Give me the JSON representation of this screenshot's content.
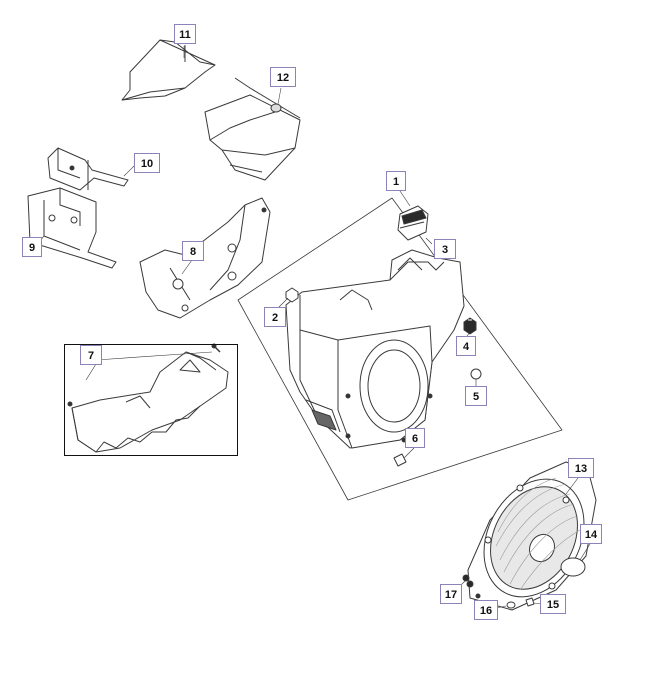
{
  "diagram": {
    "callouts": [
      "1",
      "2",
      "3",
      "4",
      "5",
      "6",
      "7",
      "8",
      "9",
      "10",
      "11",
      "12",
      "13",
      "14",
      "15",
      "16",
      "17"
    ]
  },
  "colors": {
    "line": "#3a3a3a",
    "callout_border": "#8a84b8",
    "part_fill": "#ffffff",
    "shade": "#9a9a9a",
    "dark": "#2a2a2a"
  }
}
